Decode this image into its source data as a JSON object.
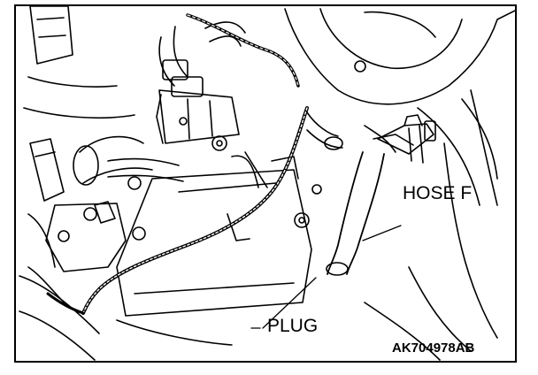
{
  "labels": {
    "hose": "HOSE F",
    "plug": "PLUG",
    "figure_code": "AK704978AB"
  },
  "colors": {
    "line": "#000000",
    "background": "#ffffff"
  }
}
